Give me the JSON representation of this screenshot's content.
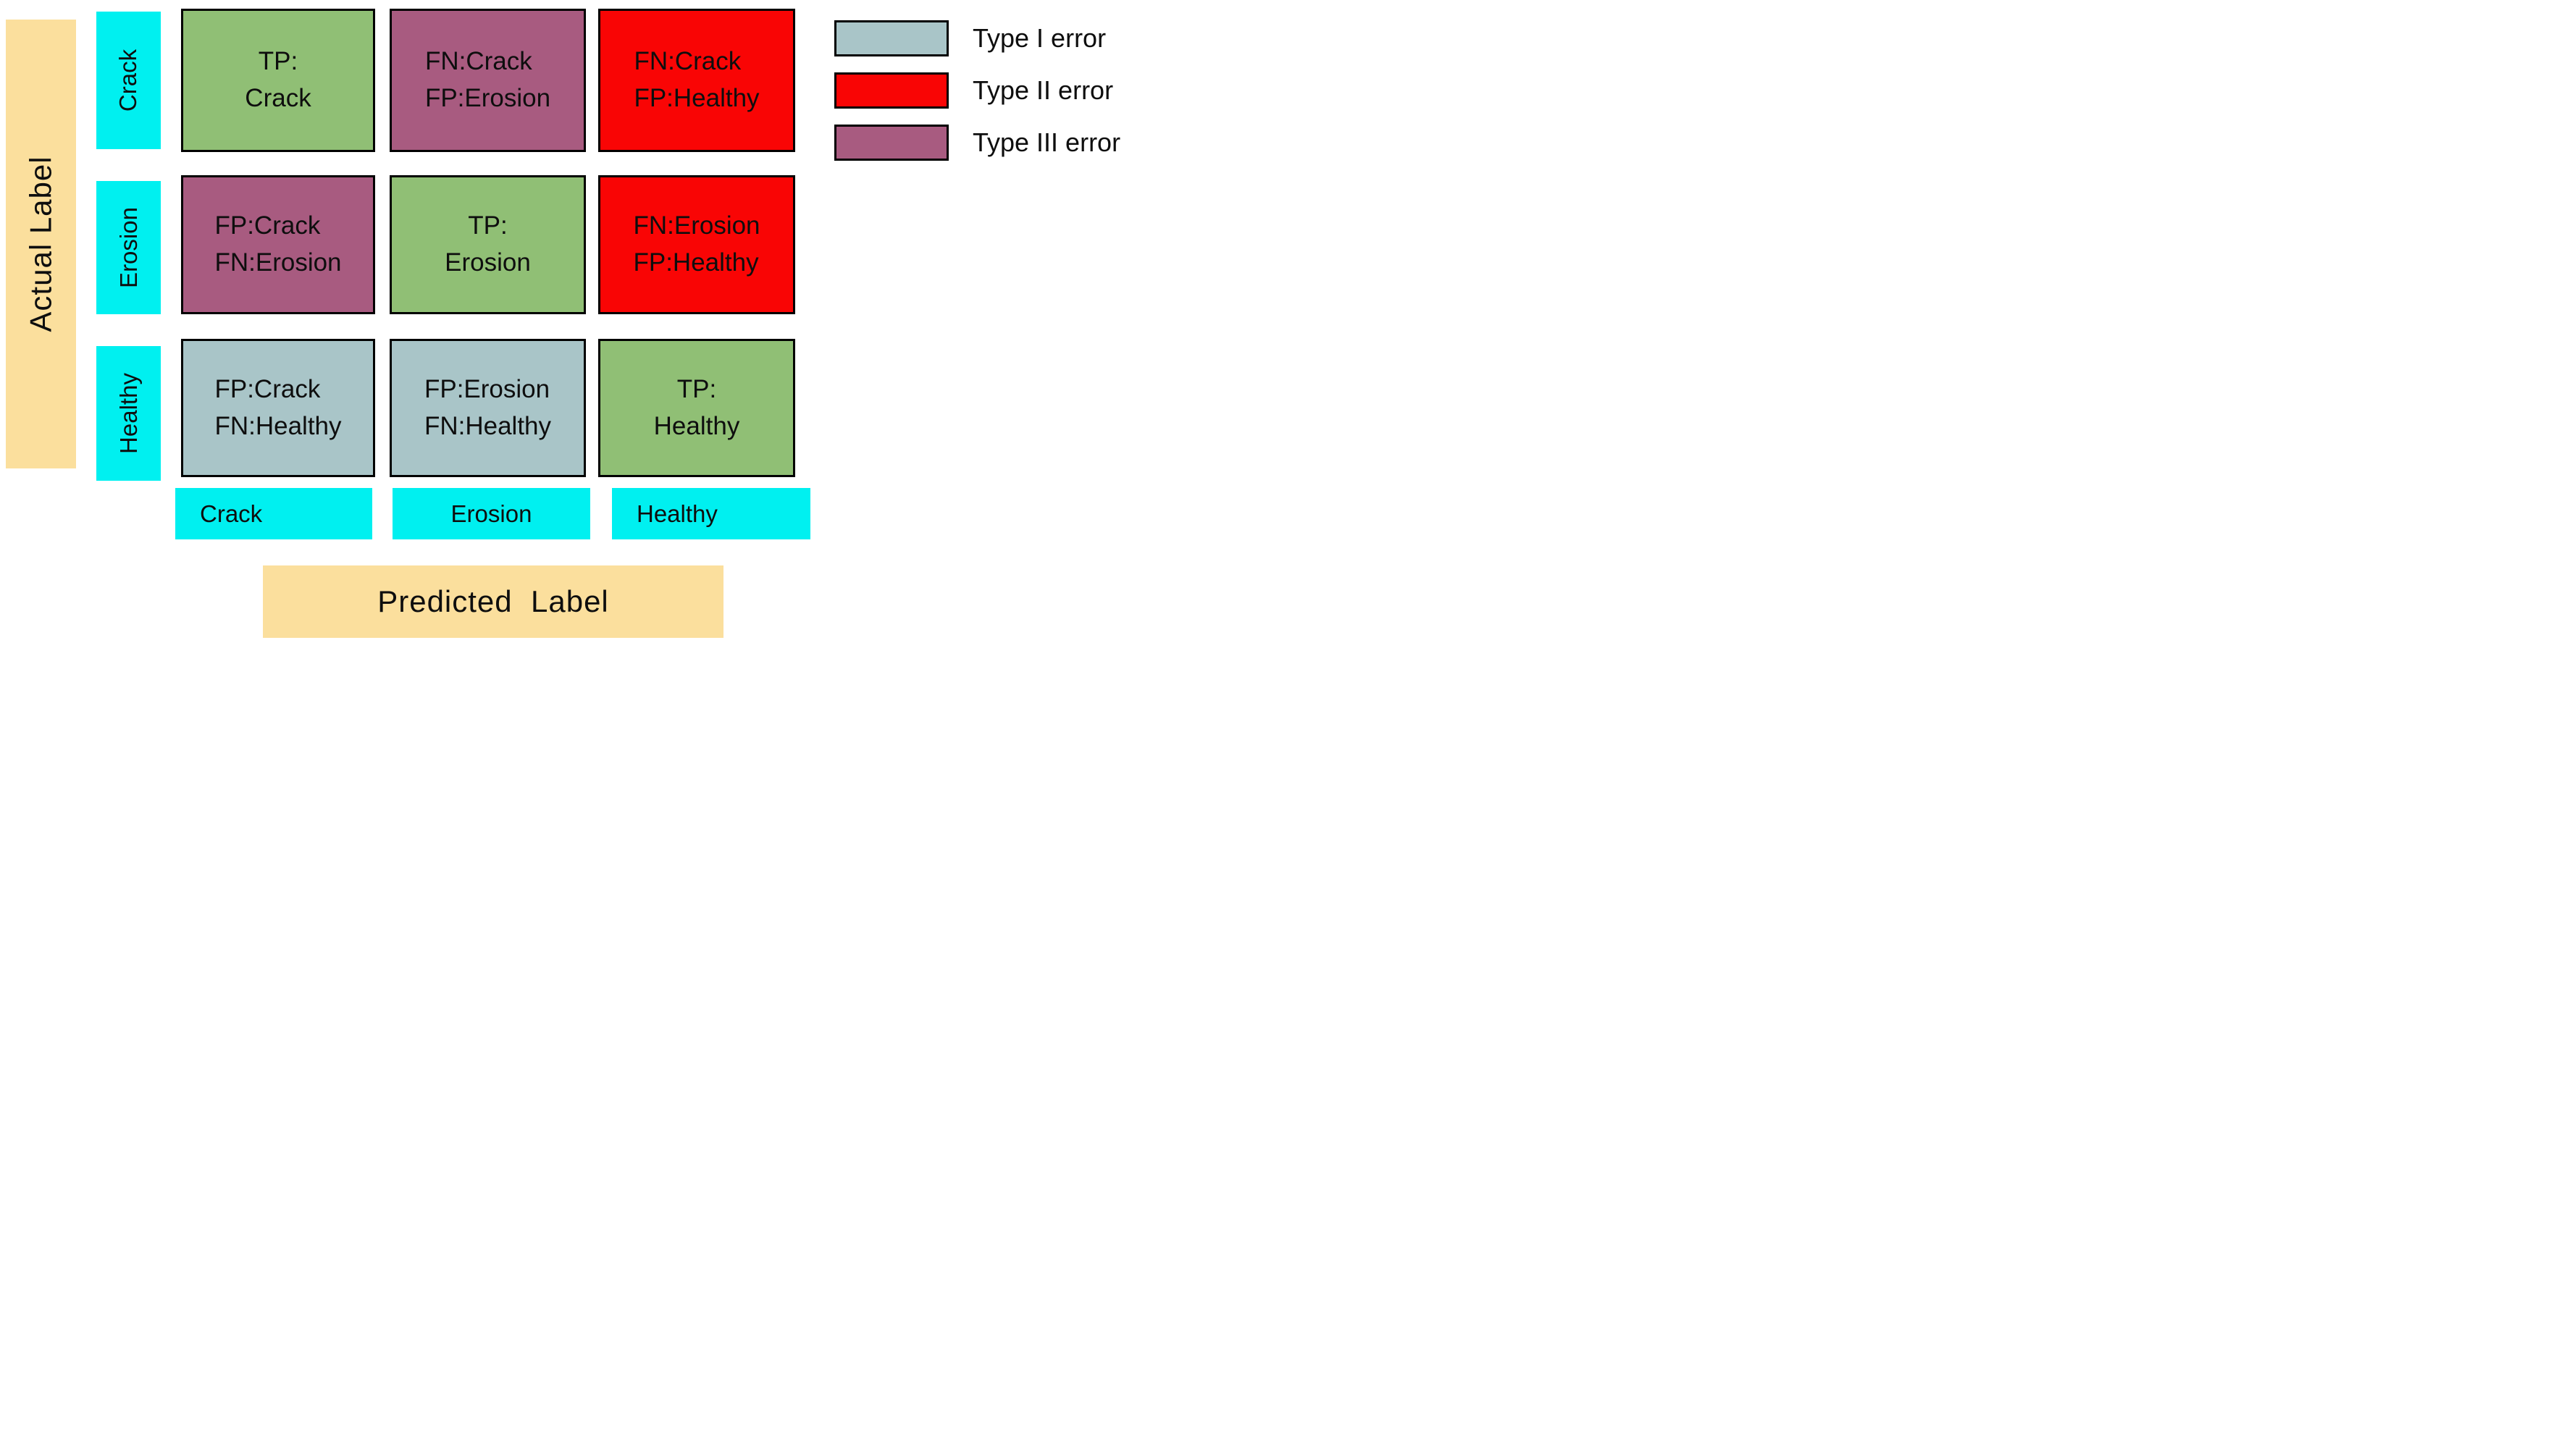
{
  "diagram": {
    "type": "confusion-matrix-error-types",
    "axis": {
      "actual": "Actual Label",
      "predicted": "Predicted  Label"
    },
    "grid": {
      "row_labels": [
        "Crack",
        "Erosion",
        "Healthy"
      ],
      "col_labels": [
        "Crack",
        "Erosion",
        "Healthy"
      ],
      "rows": [
        {
          "cells": [
            {
              "kind": "tp",
              "line1": "TP:",
              "line2": "Crack"
            },
            {
              "kind": "type3",
              "line1": "FN:Crack",
              "line2": "FP:Erosion"
            },
            {
              "kind": "type2",
              "line1": "FN:Crack",
              "line2": "FP:Healthy"
            }
          ]
        },
        {
          "cells": [
            {
              "kind": "type3",
              "line1": "FP:Crack",
              "line2": "FN:Erosion"
            },
            {
              "kind": "tp",
              "line1": "TP:",
              "line2": "Erosion"
            },
            {
              "kind": "type2",
              "line1": "FN:Erosion",
              "line2": "FP:Healthy"
            }
          ]
        },
        {
          "cells": [
            {
              "kind": "type1",
              "line1": "FP:Crack",
              "line2": "FN:Healthy"
            },
            {
              "kind": "type1",
              "line1": "FP:Erosion",
              "line2": "FN:Healthy"
            },
            {
              "kind": "tp",
              "line1": "TP:",
              "line2": "Healthy"
            }
          ]
        }
      ]
    },
    "legend": [
      {
        "key": "type1",
        "label": "Type I error"
      },
      {
        "key": "type2",
        "label": "Type II error"
      },
      {
        "key": "type3",
        "label": "Type III error"
      }
    ],
    "palette": {
      "tp": "#90bf75",
      "type1": "#a9c5c8",
      "type2": "#f90505",
      "type3": "#a85b80",
      "cyan": "#00f0f0",
      "axisYellow": "#fbdf9d",
      "border": "#000000"
    }
  }
}
